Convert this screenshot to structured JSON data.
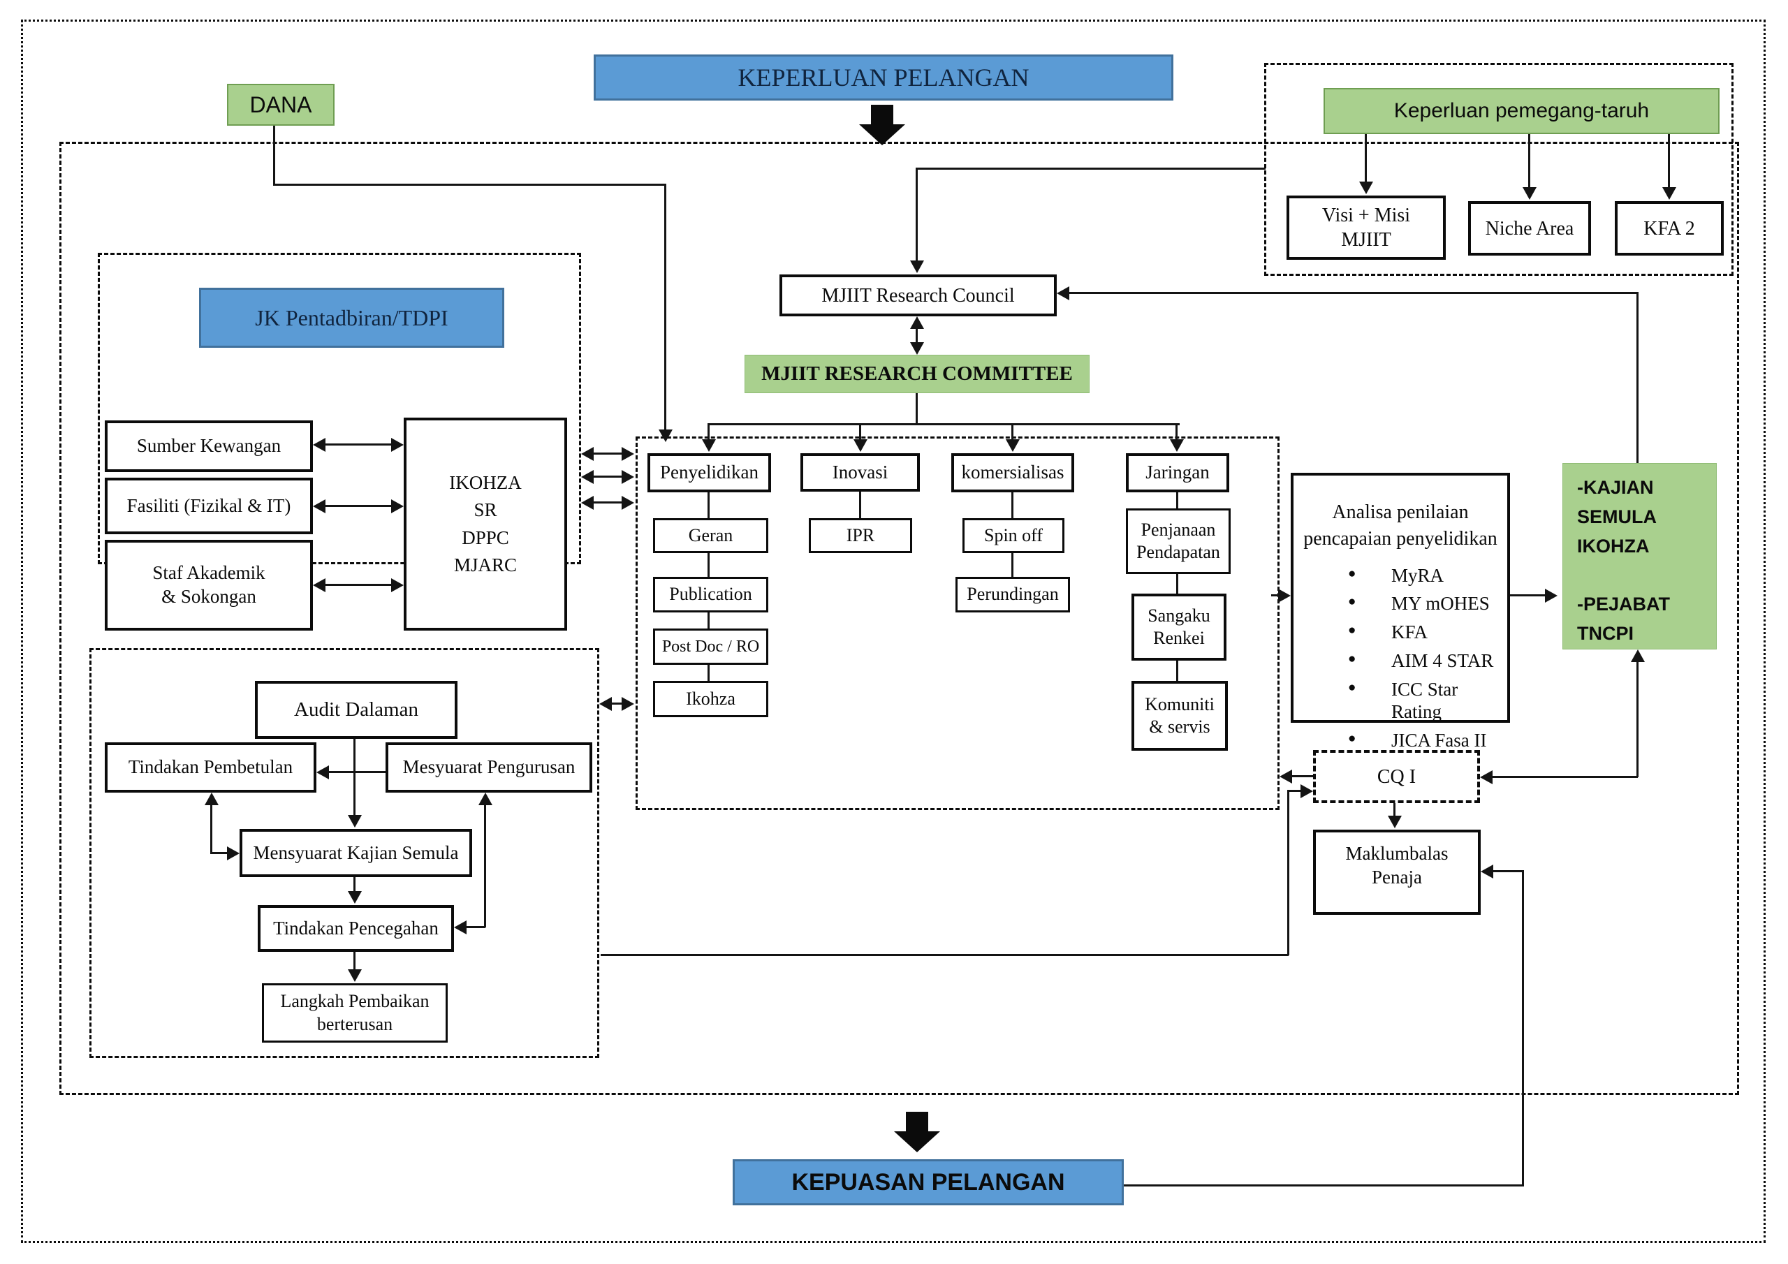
{
  "top": {
    "dana": "DANA",
    "keperluan": "KEPERLUAN PELANGAN",
    "pemegang": "Keperluan pemegang-taruh",
    "visi": "Visi + Misi\nMJIIT",
    "niche": "Niche Area",
    "kfa2": "KFA 2"
  },
  "council": "MJIIT Research Council",
  "committee": "MJIIT RESEARCH COMMITTEE",
  "jk": {
    "title": "JK Pentadbiran/TDPI",
    "sumber": "Sumber Kewangan",
    "fasiliti": "Fasiliti (Fizikal & IT)",
    "staf": "Staf Akademik\n& Sokongan",
    "ikohza": "IKOHZA\nSR\nDPPC\nMJARC"
  },
  "cols": {
    "penyelidikan": "Penyelidikan",
    "geran": "Geran",
    "publication": "Publication",
    "postdoc": "Post Doc / RO",
    "ikohza": "Ikohza",
    "inovasi": "Inovasi",
    "ipr": "IPR",
    "komersialisas": "komersialisas",
    "spinoff": "Spin off",
    "perundingan": "Perundingan",
    "jaringan": "Jaringan",
    "penjanaan": "Penjanaan\nPendapatan",
    "sangaku": "Sangaku\nRenkei",
    "komuniti": "Komuniti\n& servis"
  },
  "analisa": {
    "title": "Analisa penilaian\npencapaian penyelidikan",
    "bullets": [
      "MyRA",
      "MY mOHES",
      "KFA",
      "AIM 4 STAR",
      "ICC Star Rating",
      "JICA Fasa II"
    ]
  },
  "kajian": "-KAJIAN SEMULA\nIKOHZA\n\n-PEJABAT TNCPI",
  "cqi": "CQ I",
  "maklumbalas": "Maklumbalas\nPenaja",
  "audit": {
    "dalaman": "Audit Dalaman",
    "pembetulan": "Tindakan Pembetulan",
    "pengurusan": "Mesyuarat Pengurusan",
    "kajian_semula": "Mensyuarat Kajian Semula",
    "pencegahan": "Tindakan Pencegahan",
    "langkah": "Langkah Pembaikan\nberterusan"
  },
  "kepuasan": "KEPUASAN PELANGAN",
  "colors": {
    "blue": "#5b9bd5",
    "blue_border": "#41719c",
    "green": "#a9d08e",
    "green_border": "#6f9e52"
  }
}
